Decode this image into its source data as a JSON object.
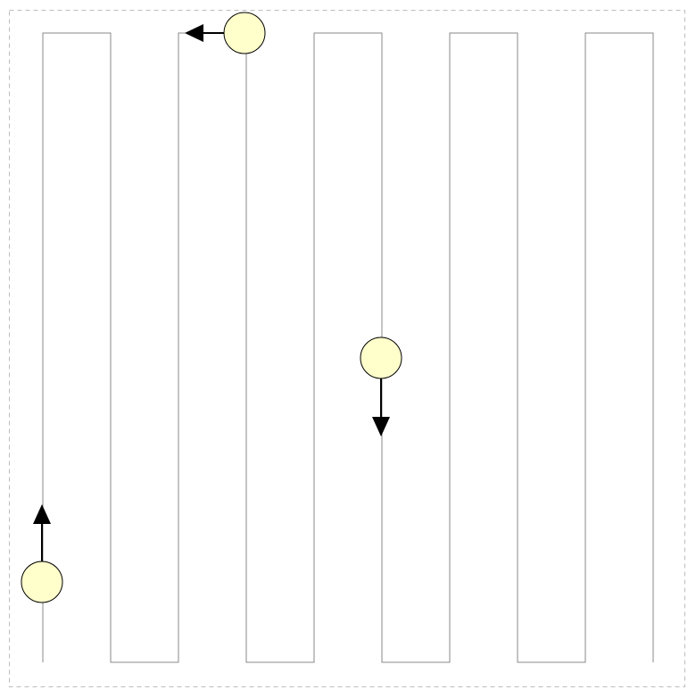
{
  "diagram": {
    "description_type": "boustrophedon coverage path",
    "lanes": 9,
    "colors": {
      "background": "#ffffff",
      "border": "#bdbdbd",
      "path": "#8a8a8a",
      "agent_fill": "#ffffcc",
      "agent_stroke": "#000000",
      "arrow": "#000000"
    },
    "agents": [
      {
        "name": "agent-top",
        "direction": "left"
      },
      {
        "name": "agent-middle",
        "direction": "down"
      },
      {
        "name": "agent-bottom-left",
        "direction": "up"
      }
    ]
  }
}
